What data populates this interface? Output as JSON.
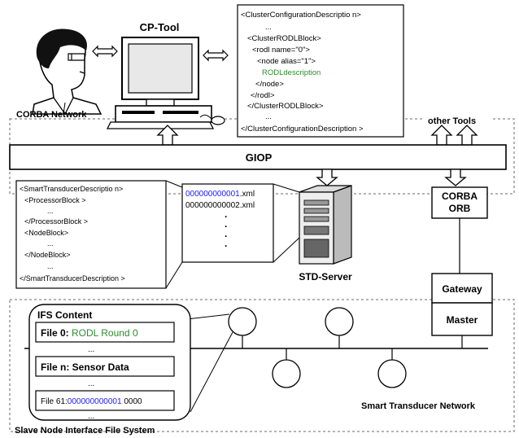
{
  "labels": {
    "cp_tool": "CP-Tool",
    "corba_network": "CORBA Network",
    "other_tools": "other Tools",
    "giop": "GIOP",
    "corba_orb_line1": "CORBA",
    "corba_orb_line2": "ORB",
    "std_server": "STD-Server",
    "gateway": "Gateway",
    "master": "Master",
    "smart_transducer_network": "Smart Transducer Network",
    "slave_node_fs": "Slave Node Interface File System"
  },
  "cluster_xml": {
    "lines": [
      "<ClusterConfigurationDescriptio n>",
      "...",
      "<ClusterRODLBlock>",
      "<rodl name=\"0\">",
      "<node alias=\"1\">",
      "RODLdescription",
      "</node>",
      "</rodl>",
      "</ClusterRODLBlock>",
      "...",
      "</ClusterConfigurationDescription >"
    ]
  },
  "smart_xml": {
    "lines": [
      "<SmartTransducerDescriptio n>",
      "<ProcessorBlock >",
      "...",
      "</ProcessorBlock >",
      "<NodeBlock>",
      "...",
      "</NodeBlock>",
      "...",
      "</SmartTransducerDescription >"
    ]
  },
  "server_files": {
    "file1_id": "000000000001",
    "file1_ext": ".xml",
    "file2": "000000000002.xml",
    "dots": [
      "·",
      "·",
      "·",
      "·"
    ]
  },
  "ifs": {
    "title": "IFS Content",
    "file0_prefix": "File 0: ",
    "file0_value": "RODL Round 0",
    "dots1": "...",
    "filen_label": "File n: Sensor Data",
    "dots2": "...",
    "file61_prefix": "File 61:",
    "file61_id": "000000000001",
    "file61_suffix": " 0000",
    "dots3": "..."
  },
  "colors": {
    "id_blue": "#1a1aff",
    "rodl_green": "#2e8b2e",
    "dash_border": "#888888",
    "box_fill": "#ffffff"
  }
}
